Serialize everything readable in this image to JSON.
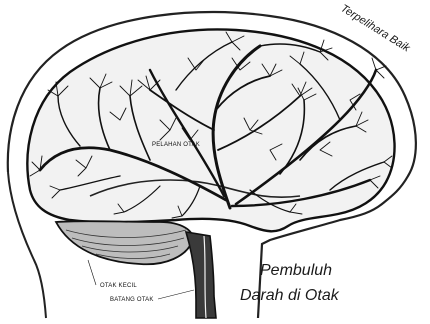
{
  "labels": {
    "corner_caption": "Terpelihara Baik",
    "title_line1": "Pembuluh",
    "title_line2": "Darah di Otak",
    "inner_label": "PELAHAN OTAK",
    "label_otak_kecil": "OTAK KECIL",
    "label_batang_otak": "BATANG OTAK"
  },
  "colors": {
    "ink": "#111111",
    "paper": "#ffffff",
    "cortex_shade": "#d9d9d9",
    "cerebellum_shade": "#bdbdbd"
  }
}
